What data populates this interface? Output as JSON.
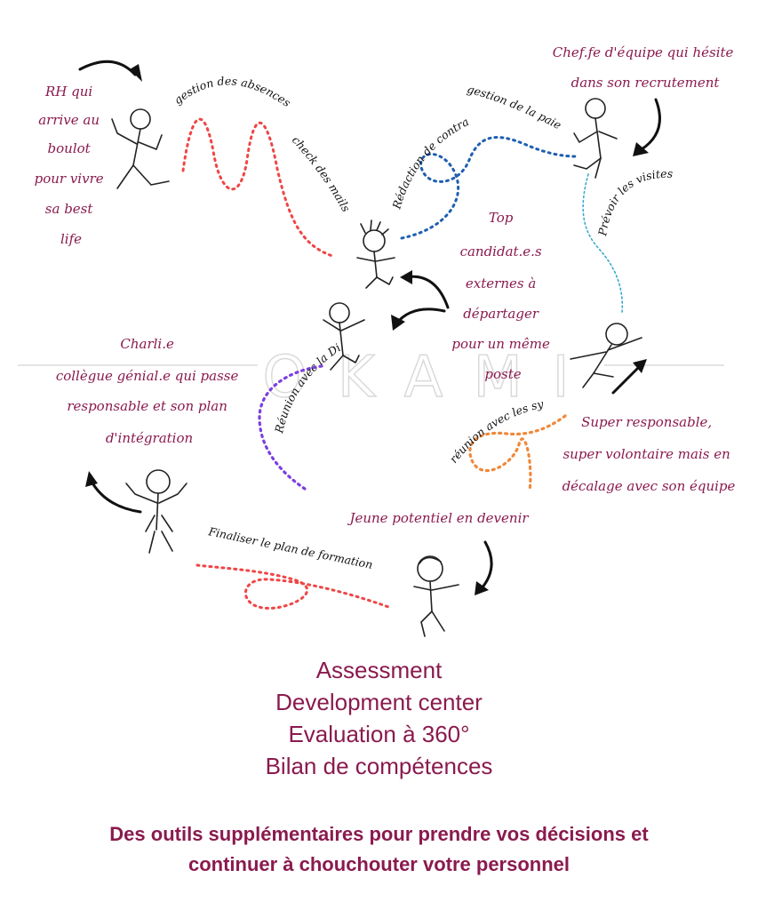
{
  "roles": {
    "rh": [
      "RH qui",
      "arrive au",
      "boulot",
      "pour vivre",
      "sa best",
      "life"
    ],
    "chef": [
      "Chef.fe d'équipe qui hésite",
      "dans son recrutement"
    ],
    "top": [
      "Top",
      "candidat.e.s",
      "externes à",
      "départager",
      "pour un même",
      "poste"
    ],
    "charlie": [
      "Charli.e",
      "collègue génial.e qui passe",
      "responsable  et son plan",
      "d'intégration"
    ],
    "super": [
      "Super responsable,",
      "super volontaire mais en",
      "décalage avec son équipe"
    ],
    "jeune": "Jeune potentiel en devenir"
  },
  "tasks": {
    "absences": "gestion des absences",
    "mails": "check des mails",
    "contrats": "Rédaction de contrats",
    "paie": "gestion de la paie",
    "visites": "Prévoir les visites médicales",
    "direction": "Réunion avec la Direction",
    "syndicats": "réunion avec les syndicats",
    "formation": "Finaliser le plan de formation"
  },
  "watermark": "OKAMI",
  "methods": [
    "Assessment",
    "Development center",
    "Evaluation à 360°",
    "Bilan de compétences"
  ],
  "tagline": [
    "Des outils supplémentaires pour prendre vos décisions et",
    "continuer à chouchouter  votre personnel"
  ],
  "colors": {
    "brand": "#8a1a4e",
    "red_trail": "#f04545",
    "blue_trail": "#1f5fb0",
    "cyan_trail": "#3aaad0",
    "purple_trail": "#7b3fe0",
    "orange_trail": "#f0883a"
  }
}
